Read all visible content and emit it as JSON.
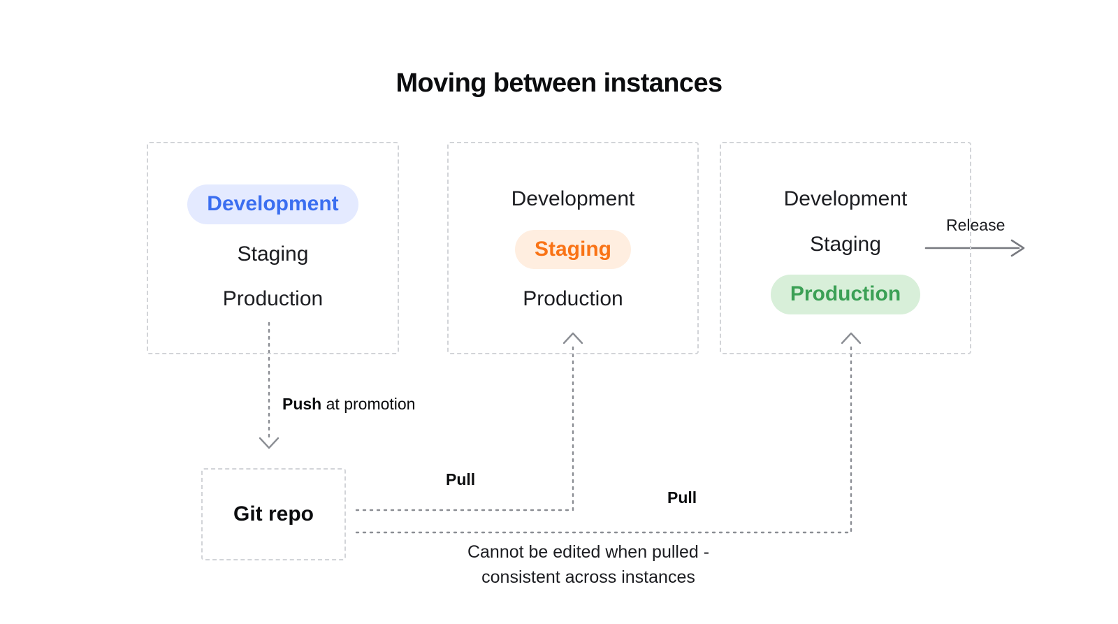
{
  "page": {
    "title": "Moving between instances",
    "background_color": "#ffffff"
  },
  "instances": [
    {
      "name": "instance-1",
      "rows": [
        {
          "label": "Development",
          "highlighted": true,
          "accent_text": "#3b6ef0",
          "accent_bg": "#e4eaff"
        },
        {
          "label": "Staging",
          "highlighted": false,
          "accent_text": "#1c1d21",
          "accent_bg": "transparent"
        },
        {
          "label": "Production",
          "highlighted": false,
          "accent_text": "#1c1d21",
          "accent_bg": "transparent"
        }
      ]
    },
    {
      "name": "instance-2",
      "rows": [
        {
          "label": "Development",
          "highlighted": false,
          "accent_text": "#1c1d21",
          "accent_bg": "transparent"
        },
        {
          "label": "Staging",
          "highlighted": true,
          "accent_text": "#f97316",
          "accent_bg": "#ffeee0"
        },
        {
          "label": "Production",
          "highlighted": false,
          "accent_text": "#1c1d21",
          "accent_bg": "transparent"
        }
      ]
    },
    {
      "name": "instance-3",
      "rows": [
        {
          "label": "Development",
          "highlighted": false,
          "accent_text": "#1c1d21",
          "accent_bg": "transparent"
        },
        {
          "label": "Staging",
          "highlighted": false,
          "accent_text": "#1c1d21",
          "accent_bg": "transparent"
        },
        {
          "label": "Production",
          "highlighted": true,
          "accent_text": "#3ba055",
          "accent_bg": "#d8efd9"
        }
      ]
    }
  ],
  "git_repo": {
    "label": "Git repo"
  },
  "edges": {
    "push_strong": "Push",
    "push_rest": " at promotion",
    "pull_1": "Pull",
    "pull_2": "Pull",
    "release": "Release"
  },
  "caption": {
    "line1": "Cannot be edited when pulled -",
    "line2": "consistent across instances"
  },
  "colors": {
    "dashed_border": "#d2d4d8",
    "connector": "#8a8d93",
    "release_arrow": "#77797f",
    "text": "#1c1d21"
  }
}
